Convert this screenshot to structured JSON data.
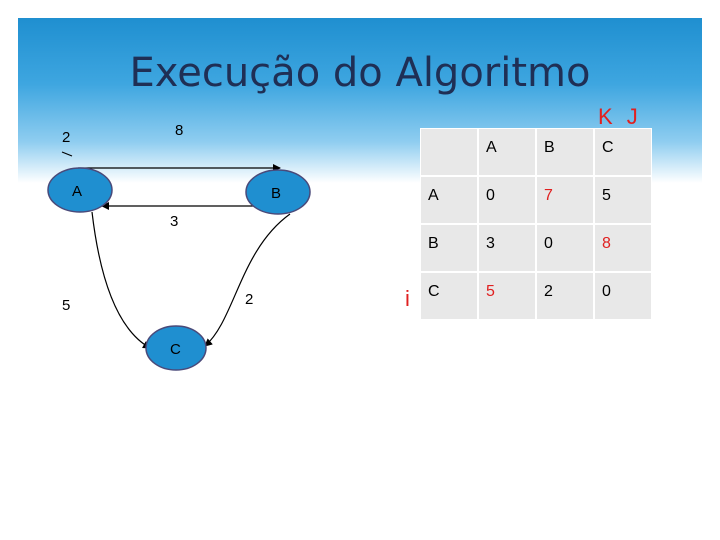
{
  "slide": {
    "title": "Execução do Algoritmo",
    "kj": "K J",
    "i_label": "i"
  },
  "colors": {
    "node_fill": "#1f8fd0",
    "table_bg": "#e8e8e8",
    "highlight": "#e02020",
    "text": "#000000"
  },
  "graph": {
    "nodes": {
      "a": "A",
      "b": "B",
      "c": "C"
    },
    "edges": {
      "a_to_b": "8",
      "b_to_a": "3",
      "a_to_c": "5",
      "b_to_c": "2",
      "extra": "2"
    }
  },
  "matrix": {
    "cols": [
      "A",
      "B",
      "C"
    ],
    "rows": [
      {
        "label": "A",
        "values": [
          "0",
          "7",
          "5"
        ],
        "highlight": [
          false,
          true,
          false
        ]
      },
      {
        "label": "B",
        "values": [
          "3",
          "0",
          "8"
        ],
        "highlight": [
          false,
          false,
          true
        ]
      },
      {
        "label": "C",
        "values": [
          "5",
          "2",
          "0"
        ],
        "highlight": [
          true,
          false,
          false
        ]
      }
    ]
  }
}
